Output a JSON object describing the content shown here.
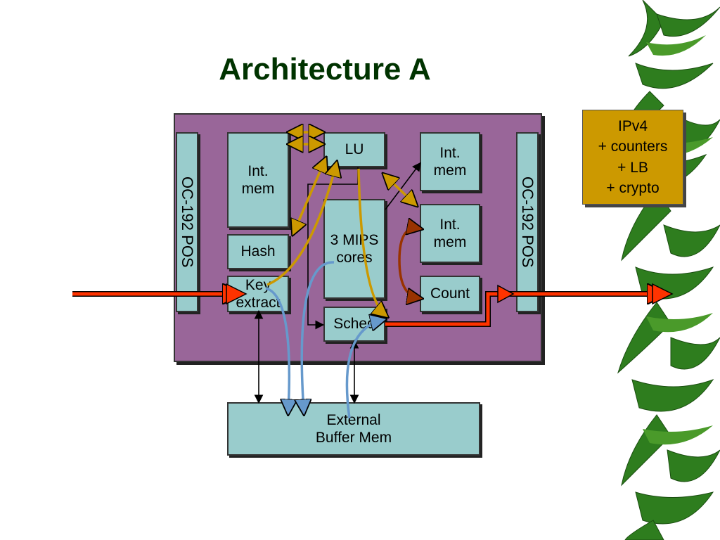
{
  "slide": {
    "title": "Architecture A",
    "note": "IPv4\n+ counters\n+ LB\n+ crypto"
  },
  "blocks": {
    "port_in": "OC-192 POS",
    "port_out": "OC-192 POS",
    "int_mem_left": "Int.\nmem",
    "hash": "Hash",
    "key_extract": "Key\nextract",
    "lu": "LU",
    "mips": "3 MIPS\ncores",
    "sched": "Sched",
    "int_mem_top_right": "Int.\nmem",
    "int_mem_mid_right": "Int.\nmem",
    "count": "Count",
    "ext_mem": "External\nBuffer Mem"
  },
  "colors": {
    "chip": "#996699",
    "block": "#99cccc",
    "note": "#cc9900",
    "title": "#003300",
    "red_path": "#ff3300",
    "gold_path": "#cc9900",
    "blue_path": "#6699cc",
    "brown_path": "#993300"
  }
}
